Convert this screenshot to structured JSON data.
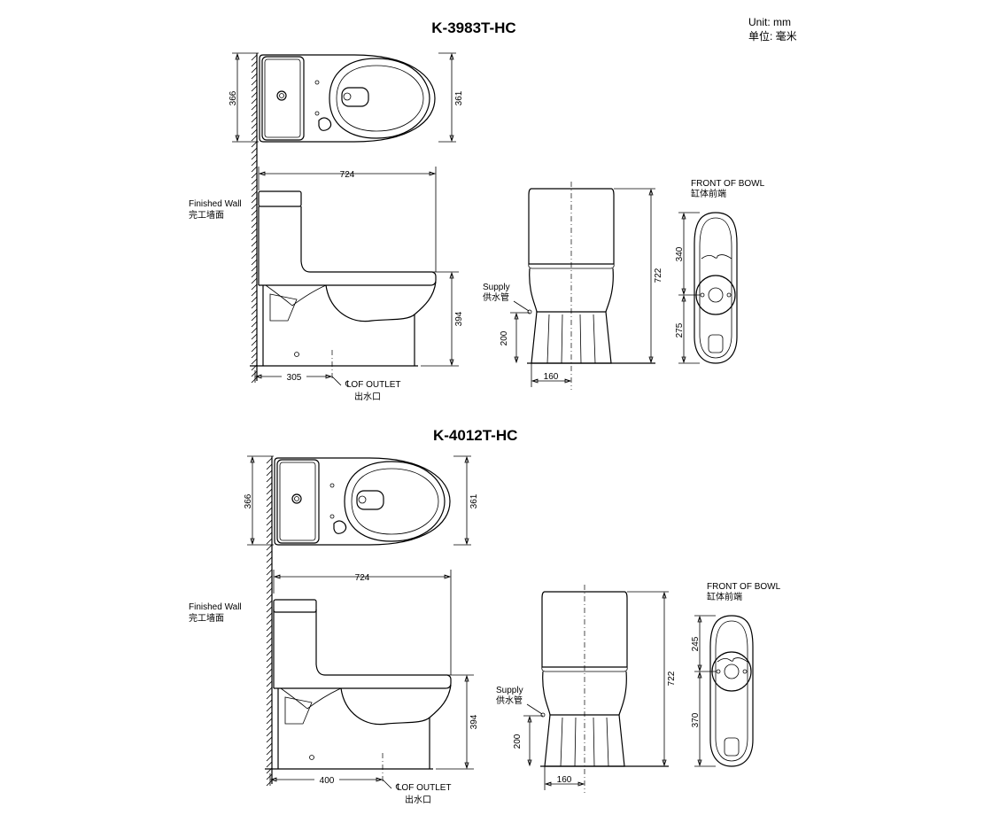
{
  "unit": {
    "en": "Unit: mm",
    "zh": "单位: 毫米"
  },
  "models": [
    {
      "title": "K-3983T-HC",
      "plan_depth": "366",
      "plan_width": "361",
      "length": "724",
      "rim_height": "394",
      "outlet_distance": "305",
      "height": "722",
      "supply_height": "200",
      "supply_offset": "160",
      "bowl_dim_a": "340",
      "bowl_dim_b": "275",
      "finished_wall_en": "Finished Wall",
      "finished_wall_zh": "完工墙面",
      "outlet_en": "℄OF OUTLET",
      "outlet_zh": "出水口",
      "supply_en": "Supply",
      "supply_zh": "供水管",
      "front_en": "FRONT OF BOWL",
      "front_zh": "缸体前端"
    },
    {
      "title": "K-4012T-HC",
      "plan_depth": "366",
      "plan_width": "361",
      "length": "724",
      "rim_height": "394",
      "outlet_distance": "400",
      "height": "722",
      "supply_height": "200",
      "supply_offset": "160",
      "bowl_dim_a": "245",
      "bowl_dim_b": "370",
      "finished_wall_en": "Finished Wall",
      "finished_wall_zh": "完工墙面",
      "outlet_en": "℄OF OUTLET",
      "outlet_zh": "出水口",
      "supply_en": "Supply",
      "supply_zh": "供水管",
      "front_en": "FRONT OF BOWL",
      "front_zh": "缸体前端"
    }
  ]
}
